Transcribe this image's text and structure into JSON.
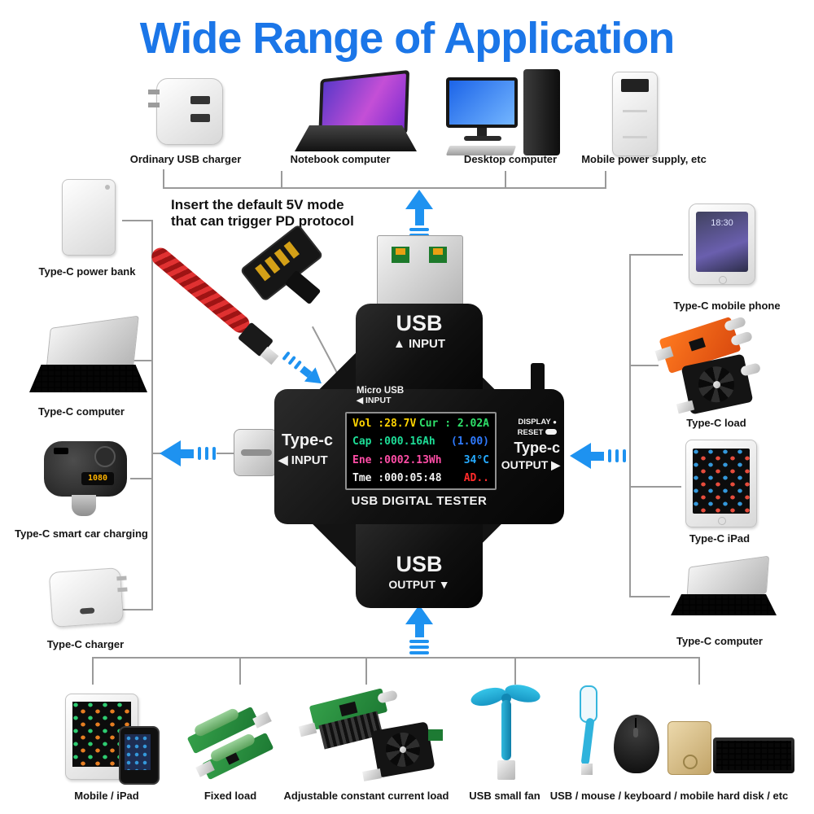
{
  "title": "Wide Range of Application",
  "annotation": {
    "line1": "Insert the default 5V mode",
    "line2": "that can trigger PD protocol"
  },
  "top_devices": [
    {
      "label": "Ordinary USB charger"
    },
    {
      "label": "Notebook computer"
    },
    {
      "label": "Desktop computer"
    },
    {
      "label": "Mobile power supply, etc"
    }
  ],
  "left_devices": [
    {
      "label": "Type-C power bank"
    },
    {
      "label": "Type-C computer"
    },
    {
      "label": "Type-C smart car charging",
      "display": "1080"
    },
    {
      "label": "Type-C charger"
    }
  ],
  "right_devices": [
    {
      "label": "Type-C mobile phone",
      "clock": "18:30"
    },
    {
      "label": "Type-C load"
    },
    {
      "label": "Type-C iPad"
    },
    {
      "label": "Type-C computer"
    }
  ],
  "bottom_devices": [
    {
      "label": "Mobile / iPad"
    },
    {
      "label": "Fixed load"
    },
    {
      "label": "Adjustable constant current load"
    },
    {
      "label": "USB small fan"
    },
    {
      "label": "USB / mouse / keyboard / mobile hard disk / etc"
    }
  ],
  "tester": {
    "name": "USB DIGITAL TESTER",
    "usb_input": {
      "port": "USB",
      "direction": "INPUT"
    },
    "micro_usb_input": {
      "port": "Micro USB",
      "direction": "INPUT"
    },
    "typec_input": {
      "port": "Type-c",
      "direction": "INPUT"
    },
    "typec_output": {
      "port": "Type-c",
      "direction": "OUTPUT"
    },
    "usb_output": {
      "port": "USB",
      "direction": "OUTPUT"
    },
    "display_button": "DISPLAY",
    "reset_button": "RESET",
    "screen": {
      "vol": "Vol :28.7V",
      "cur": "Cur : 2.02A",
      "cap": "Cap :000.16Ah",
      "pd": "(1.00)",
      "ene": "Ene :0002.13Wh",
      "temp": "34°C",
      "tme": "Tme :000:05:48",
      "mode": "AD.."
    }
  },
  "icons": {
    "up_triangle": "▲",
    "down_triangle": "▼",
    "left_triangle": "◀",
    "right_triangle": "▶",
    "indicator_dot": "●"
  },
  "colors": {
    "title": "#1b76e8",
    "arrow": "#1e92f0",
    "connector_line": "#9a9a9a",
    "screen_vol": "#ffd400",
    "screen_cur": "#2ee06a",
    "screen_cap": "#1ddc96",
    "screen_pd": "#2f7bff",
    "screen_ene": "#ff4da6",
    "screen_temp": "#25aaff",
    "screen_tme": "#f0f0f0",
    "screen_mode": "#ff2a2a"
  }
}
